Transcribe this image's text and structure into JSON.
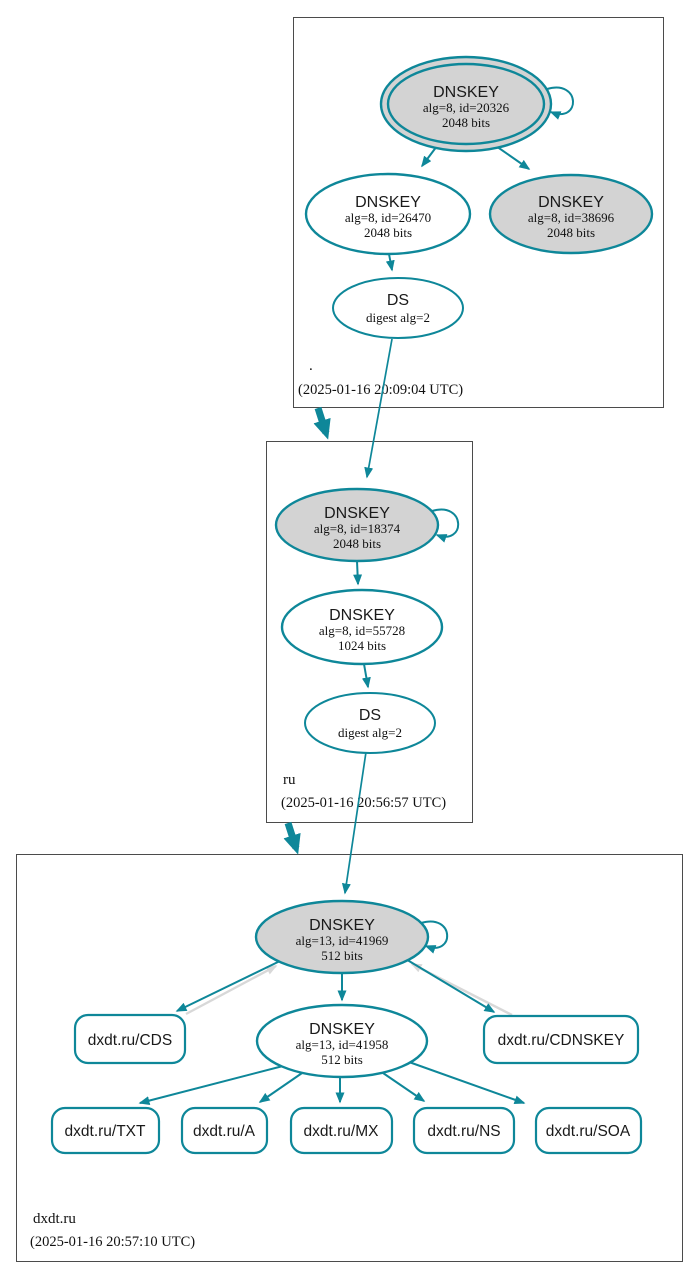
{
  "colors": {
    "edge_secure_teal": "#0e8799",
    "edge_gray": "#d8d8d8",
    "ksk_fill_gray": "#d3d3d3",
    "node_fill_white": "#ffffff",
    "zone_box_border": "#4b4b4b"
  },
  "zones": {
    "root": {
      "label": ".",
      "timestamp": "(2025-01-16 20:09:04 UTC)",
      "ksk": {
        "title": "DNSKEY",
        "detail1": "alg=8, id=20326",
        "detail2": "2048 bits"
      },
      "zsk": {
        "title": "DNSKEY",
        "detail1": "alg=8, id=26470",
        "detail2": "2048 bits"
      },
      "ksk2": {
        "title": "DNSKEY",
        "detail1": "alg=8, id=38696",
        "detail2": "2048 bits"
      },
      "ds": {
        "title": "DS",
        "detail1": "digest alg=2"
      }
    },
    "ru": {
      "label": "ru",
      "timestamp": "(2025-01-16 20:56:57 UTC)",
      "ksk": {
        "title": "DNSKEY",
        "detail1": "alg=8, id=18374",
        "detail2": "2048 bits"
      },
      "zsk": {
        "title": "DNSKEY",
        "detail1": "alg=8, id=55728",
        "detail2": "1024 bits"
      },
      "ds": {
        "title": "DS",
        "detail1": "digest alg=2"
      }
    },
    "dxdt": {
      "label": "dxdt.ru",
      "timestamp": "(2025-01-16 20:57:10 UTC)",
      "ksk": {
        "title": "DNSKEY",
        "detail1": "alg=13, id=41969",
        "detail2": "512 bits"
      },
      "zsk": {
        "title": "DNSKEY",
        "detail1": "alg=13, id=41958",
        "detail2": "512 bits"
      },
      "rrsets": {
        "cds": "dxdt.ru/CDS",
        "cdnskey": "dxdt.ru/CDNSKEY",
        "txt": "dxdt.ru/TXT",
        "a": "dxdt.ru/A",
        "mx": "dxdt.ru/MX",
        "ns": "dxdt.ru/NS",
        "soa": "dxdt.ru/SOA"
      }
    }
  }
}
